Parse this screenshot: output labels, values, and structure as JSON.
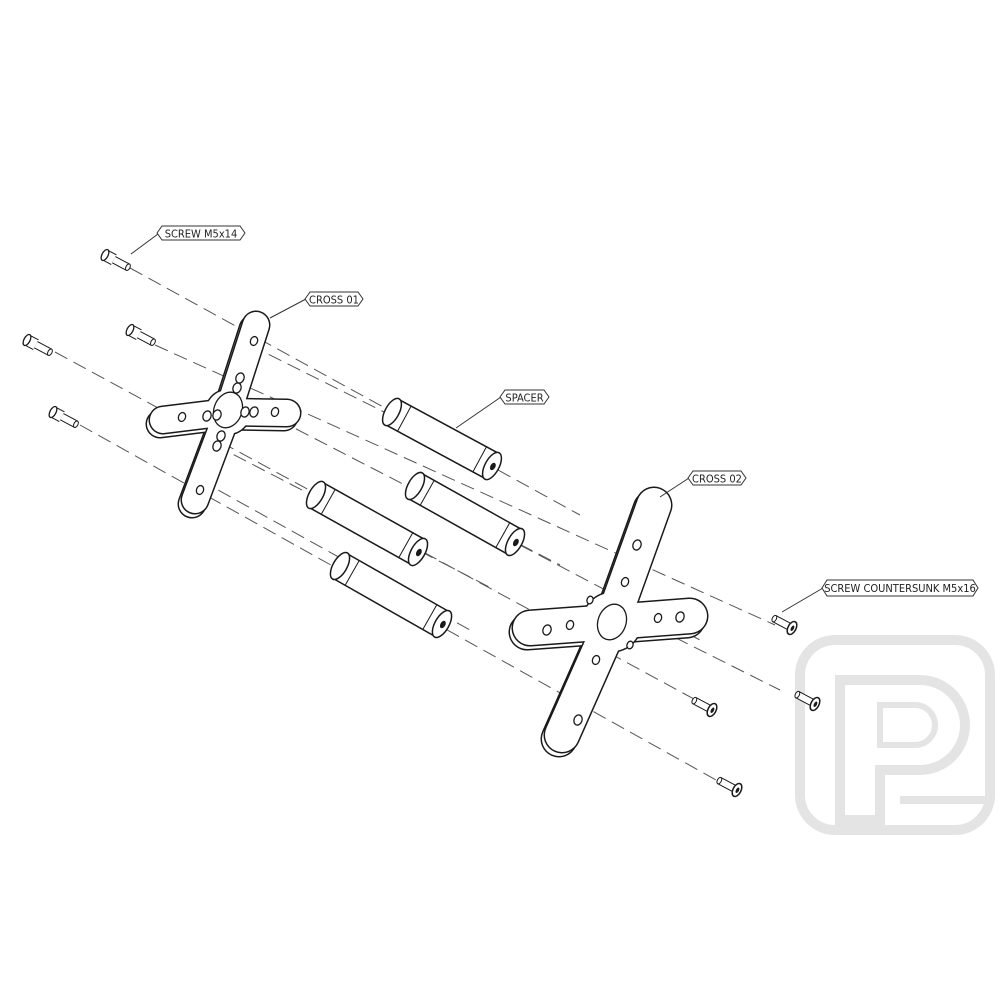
{
  "title": "Motor mount exploded assembly",
  "labels": {
    "screw_m5x14": "SCREW M5x14",
    "cross_01": "CROSS 01",
    "spacer": "SPACER",
    "cross_02": "CROSS 02",
    "screw_countersunk": "SCREW COUNTERSUNK M5x16"
  },
  "watermark": "P",
  "colors": {
    "line": "#1a1a1a",
    "dash": "#555555",
    "watermark": "#e6e6e6",
    "background": "#ffffff"
  }
}
